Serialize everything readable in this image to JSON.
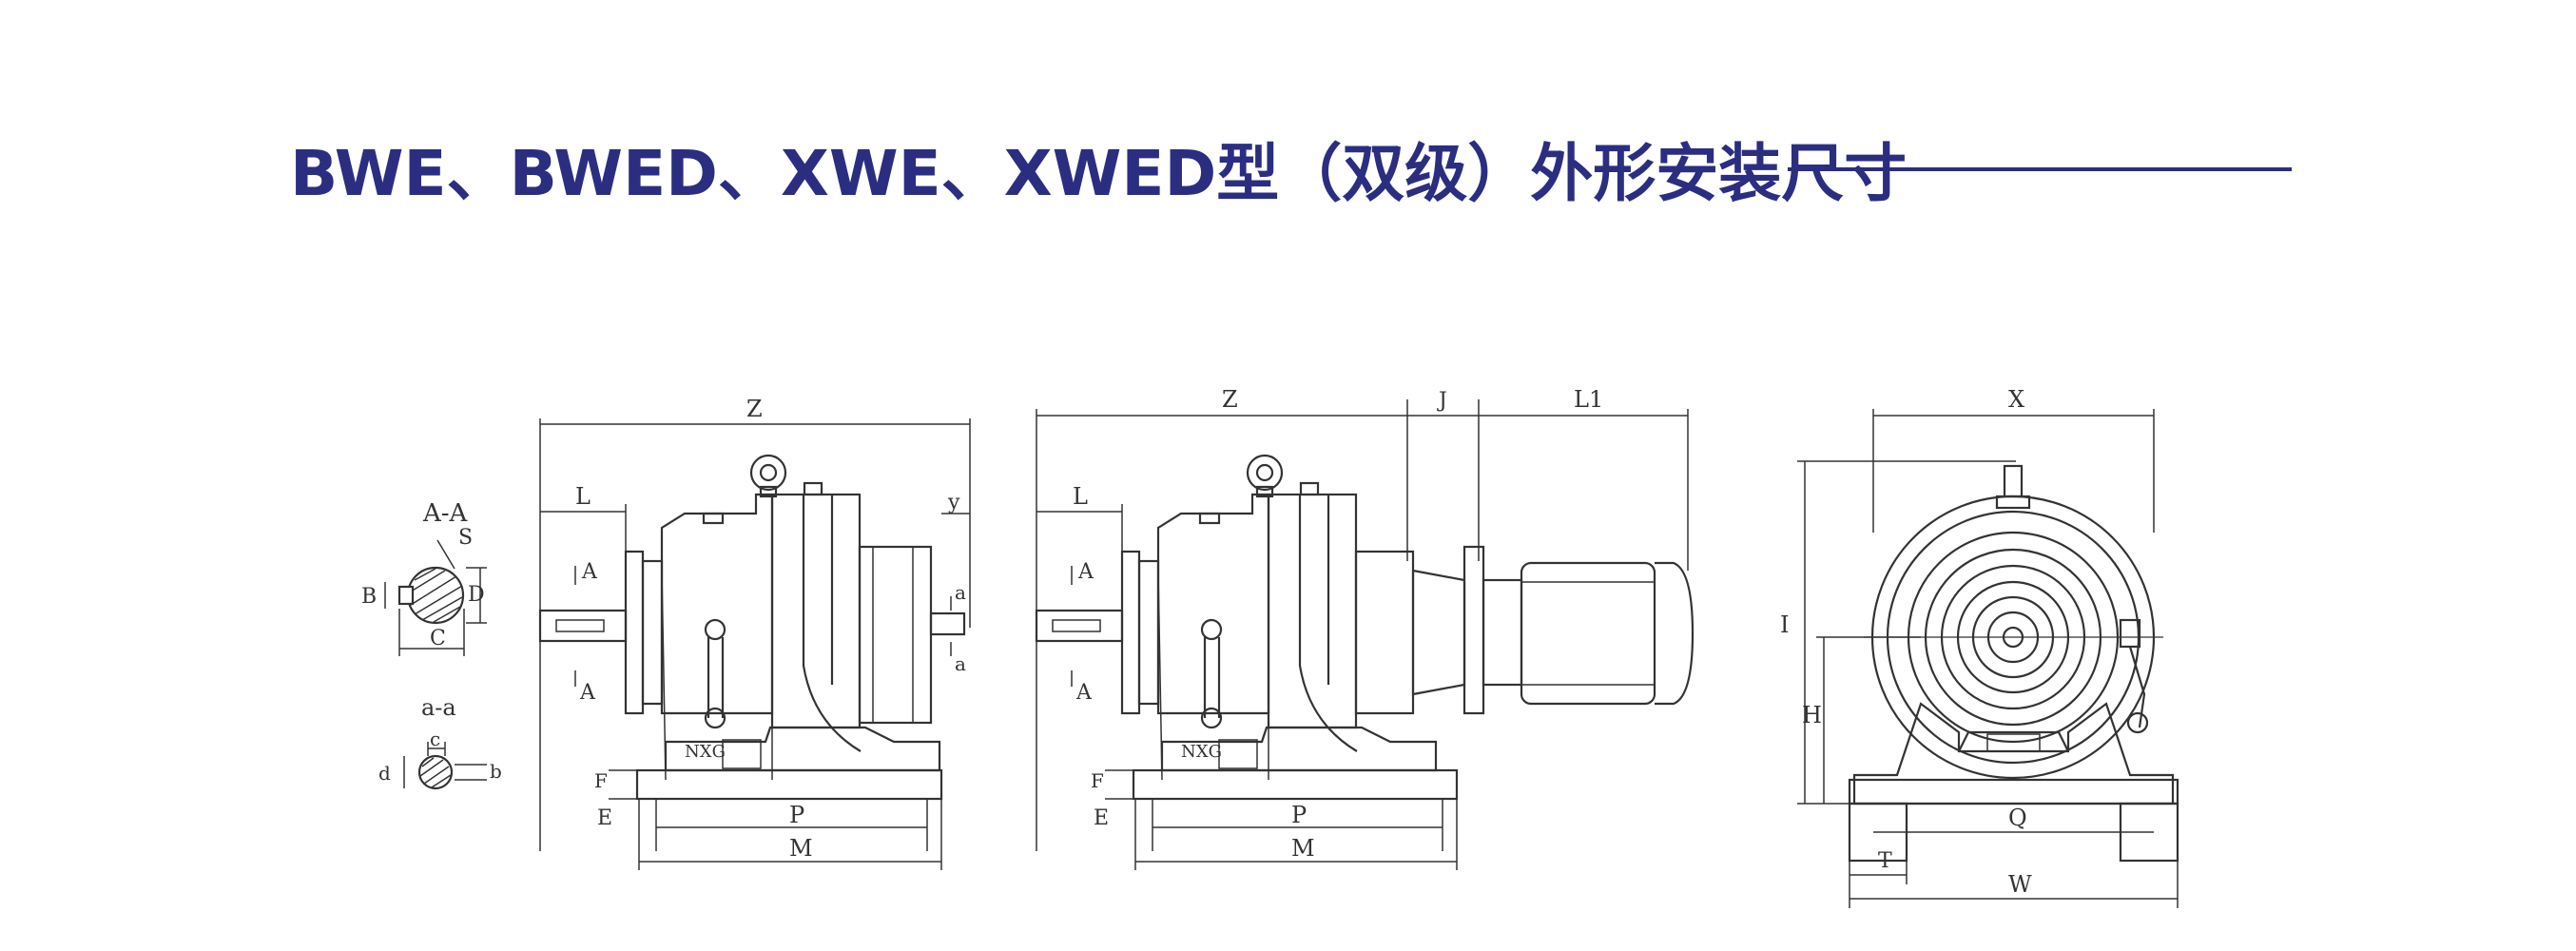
{
  "title": "BWE、BWED、XWE、XWED型（双级）外形安装尺寸",
  "accent_color": "#2b2e80",
  "line_color": "#333333",
  "views": {
    "section_a": {
      "caption": "A-A",
      "labels": [
        "S",
        "B",
        "D",
        "C"
      ]
    },
    "section_small": {
      "caption": "a-a",
      "labels": [
        "c",
        "d",
        "b"
      ]
    },
    "side_view": {
      "dims": [
        "Z",
        "L",
        "y",
        "A",
        "A",
        "a",
        "a",
        "F",
        "E",
        "P",
        "M"
      ],
      "plate": "NXG"
    },
    "motor_view": {
      "dims": [
        "Z",
        "J",
        "L1",
        "L",
        "A",
        "A",
        "F",
        "E",
        "P",
        "M"
      ],
      "plate": "NXG"
    },
    "front_view": {
      "dims": [
        "X",
        "I",
        "H",
        "Q",
        "T",
        "W"
      ]
    }
  }
}
